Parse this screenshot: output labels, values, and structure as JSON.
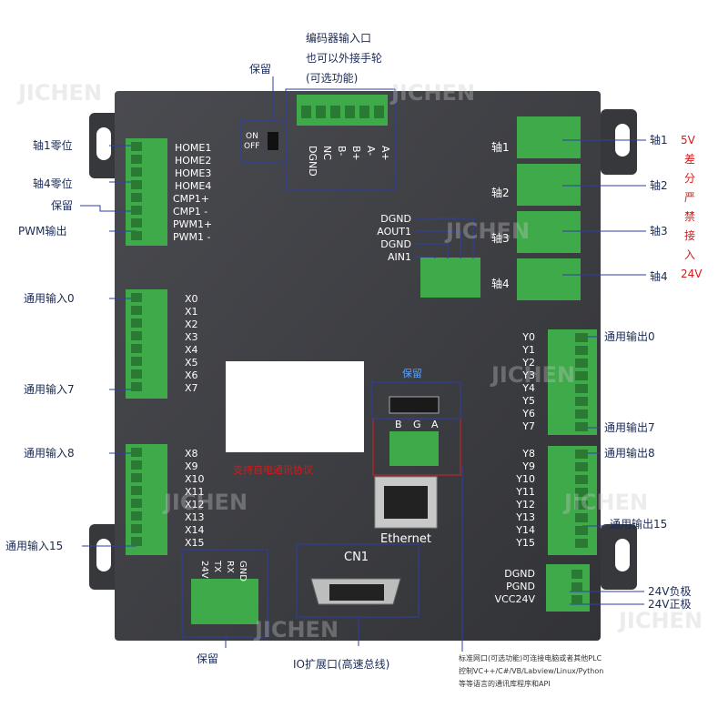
{
  "header": {
    "encoder_line1": "编码器输入口",
    "encoder_line2": "也可以外接手轮",
    "encoder_line3": "(可选功能)",
    "reserve_top": "保留"
  },
  "switch": {
    "on": "ON",
    "off": "OFF"
  },
  "encoder_pins": [
    "A+",
    "A-",
    "B+",
    "B-",
    "NC",
    "DGND"
  ],
  "left_callouts": {
    "axis1_home": "轴1零位",
    "axis4_home": "轴4零位",
    "reserve": "保留",
    "pwm_out": "PWM输出",
    "in0": "通用输入0",
    "in7": "通用输入7",
    "in8": "通用输入8",
    "in15": "通用输入15"
  },
  "home_pins": [
    "HOME1",
    "HOME2",
    "HOME3",
    "HOME4",
    "CMP1+",
    "CMP1 -",
    "PWM1+",
    "PWM1 -"
  ],
  "input_pins_a": [
    "X0",
    "X1",
    "X2",
    "X3",
    "X4",
    "X5",
    "X6",
    "X7"
  ],
  "input_pins_b": [
    "X8",
    "X9",
    "X10",
    "X11",
    "X12",
    "X13",
    "X14",
    "X15"
  ],
  "axes": {
    "board_labels": [
      "轴1",
      "轴2",
      "轴3",
      "轴4"
    ],
    "callouts": [
      "轴1",
      "轴2",
      "轴3",
      "轴4"
    ],
    "warning_chars": [
      "5V",
      "差",
      "分",
      "严",
      "禁",
      "接",
      "入",
      "24V"
    ]
  },
  "analog_pins": [
    "DGND",
    "AOUT1",
    "DGND",
    "AIN1"
  ],
  "rs485": {
    "reserve": "保留",
    "pins": [
      "B",
      "G",
      "A"
    ],
    "protocol": "支持自电通讯协议"
  },
  "ethernet": "Ethernet",
  "output_pins_a": [
    "Y0",
    "Y1",
    "Y2",
    "Y3",
    "Y4",
    "Y5",
    "Y6",
    "Y7"
  ],
  "output_pins_b": [
    "Y8",
    "Y9",
    "Y10",
    "Y11",
    "Y12",
    "Y13",
    "Y14",
    "Y15"
  ],
  "right_callouts": {
    "out0": "通用输出0",
    "out7": "通用输出7",
    "out8": "通用输出8",
    "out15": "通用输出15",
    "neg24": "24V负极",
    "pos24": "24V正极"
  },
  "power_pins": [
    "DGND",
    "PGND",
    "VCC24V"
  ],
  "serial_pins": [
    "24V",
    "TX",
    "RX",
    "GND"
  ],
  "bottom": {
    "reserve": "保留",
    "cn1": "CN1",
    "io_ext": "IO扩展口(高速总线)",
    "note1": "标准网口(可选功能)可连接电脑或者其他PLC",
    "note2": "控制VC++/C#/VB/Labview/Linux/Python",
    "note3": "等等语言的通讯库程序和API"
  },
  "watermark": "JICHEN",
  "colors": {
    "board": "#3d3e42",
    "terminal": "#3faa4a",
    "terminal_dark": "#2f8f3a",
    "callout_line": "#2b3fa8",
    "warning": "#d61a1a",
    "rs485_box": "#d62020"
  }
}
